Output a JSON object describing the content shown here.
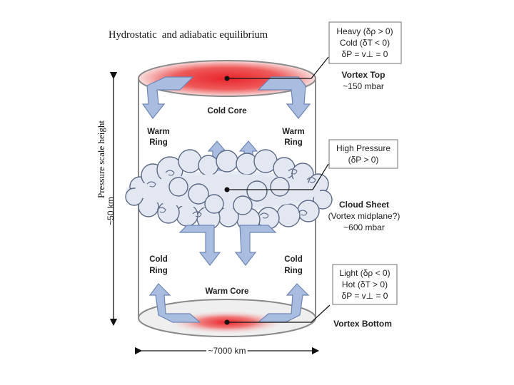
{
  "title": "Hydrostatic  and adiabatic equilibrium",
  "y_axis_label": "Pressure scale height",
  "height_label": "~50 km",
  "width_label": "~7000 km",
  "regions": {
    "cold_core": "Cold Core",
    "warm_core": "Warm Core",
    "warm_ring_left": [
      "Warm",
      "Ring"
    ],
    "warm_ring_right": [
      "Warm",
      "Ring"
    ],
    "cold_ring_left": [
      "Cold",
      "Ring"
    ],
    "cold_ring_right": [
      "Cold",
      "Ring"
    ]
  },
  "annotations": {
    "top_box": [
      "Heavy (δρ > 0)",
      "Cold (δT < 0)",
      "δP = v⊥ = 0"
    ],
    "vortex_top": [
      "Vortex Top",
      "~150 mbar"
    ],
    "high_pressure_box": [
      "High Pressure",
      "(δP > 0)"
    ],
    "cloud_sheet": [
      "Cloud Sheet",
      "(Vortex midplane?)",
      "~600 mbar"
    ],
    "bottom_box": [
      "Light (δρ < 0)",
      "Hot (δT > 0)",
      "δP = v⊥ = 0"
    ],
    "vortex_bottom": "Vortex Bottom"
  },
  "colors": {
    "arrow_fill": "#a9bde0",
    "arrow_stroke": "#6f86b3",
    "disk_red": "#e8242b",
    "cylinder_stroke": "#8a8a8a",
    "cloud_fill": "#e3e7f2",
    "cloud_stroke": "#5d6a85"
  }
}
